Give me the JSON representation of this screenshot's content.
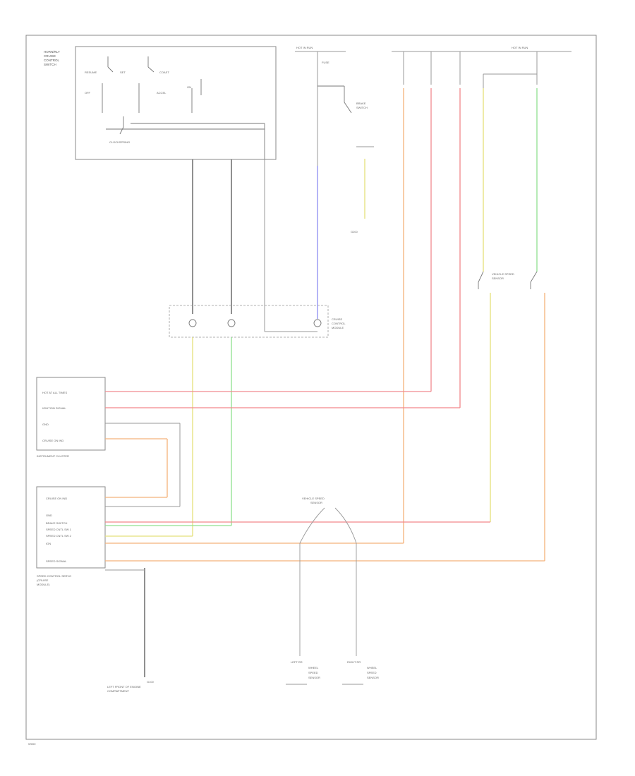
{
  "diagram": {
    "colors": {
      "red": "#f2878a",
      "pink": "#f08a90",
      "orange": "#f4b27a",
      "green": "#8fe08f",
      "blue": "#8d8df0",
      "yellow": "#e4e07a",
      "black": "#555555",
      "gray": "#9a9a9a"
    },
    "labels": {
      "horn_module": [
        "HORN/RLY",
        "CRUISE",
        "CONTROL",
        "SWITCH"
      ],
      "off_label": "OFF",
      "on_label": "ON",
      "set_label": "SET",
      "resume_label": "RESUME",
      "coast_label": "COAST",
      "accel_label": "ACCEL",
      "clockspring": "CLOCKSPRING",
      "hot_run_1": "HOT IN RUN",
      "hot_run_2": "HOT IN RUN",
      "fuse_header": "FUSE",
      "brake_switch": [
        "BRAKE",
        "SWITCH"
      ],
      "ground_g": "G200",
      "ecm": [
        "CRUISE",
        "CONTROL",
        "MODULE"
      ],
      "instrument_cluster": "INSTRUMENT CLUSTER",
      "ic_rows": [
        "HOT AT ALL TIMES",
        "IGNITION SIGNAL",
        "GND",
        "CRUISE ON IND"
      ],
      "speed_control": [
        "SPEED CONTROL SERVO",
        "(CRUISE",
        "MODULE)"
      ],
      "sc_rows": [
        "CRUISE ON IND",
        "GND",
        "BRAKE SWITCH",
        "SPEED CNTL SW 1",
        "SPEED CNTL SW 2",
        "IGN",
        "SPEED SIGNAL"
      ],
      "sensor_top": [
        "VEHICLE SPEED",
        "SENSOR"
      ],
      "ground_bottom": [
        "G100",
        "LEFT FRONT OF ENGINE",
        "COMPARTMENT"
      ],
      "sensor_left": [
        "LEFT RR",
        "WHEEL",
        "SPEED",
        "SENSOR"
      ],
      "sensor_right": [
        "RIGHT RR",
        "WHEEL",
        "SPEED",
        "SENSOR"
      ],
      "page_id": "W000"
    }
  }
}
